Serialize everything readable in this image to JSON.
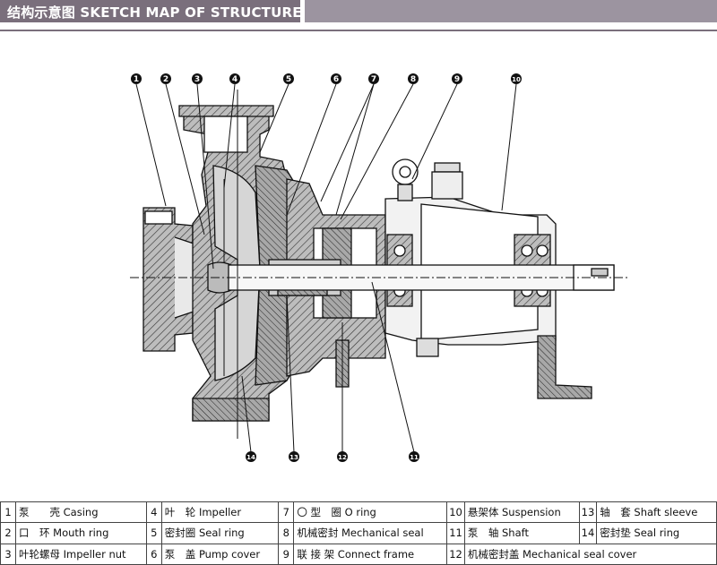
{
  "header": {
    "title": "结构示意图  SKETCH MAP OF STRUCTURE"
  },
  "callouts": [
    "1",
    "2",
    "3",
    "4",
    "5",
    "6",
    "7",
    "8",
    "9",
    "10",
    "11",
    "12",
    "13",
    "14"
  ],
  "legend": [
    [
      {
        "n": "1",
        "t": "泵　　壳 Casing"
      },
      {
        "n": "4",
        "t": "叶　轮 Impeller"
      },
      {
        "n": "7",
        "t": "〇 型　圈 O ring"
      },
      {
        "n": "10",
        "t": "悬架体 Suspension"
      },
      {
        "n": "13",
        "t": "轴　套 Shaft sleeve"
      }
    ],
    [
      {
        "n": "2",
        "t": "口　环 Mouth ring"
      },
      {
        "n": "5",
        "t": "密封圈 Seal ring"
      },
      {
        "n": "8",
        "t": "机械密封 Mechanical seal"
      },
      {
        "n": "11",
        "t": "泵　轴 Shaft"
      },
      {
        "n": "14",
        "t": "密封垫 Seal ring"
      }
    ],
    [
      {
        "n": "3",
        "t": "叶轮螺母 Impeller nut"
      },
      {
        "n": "6",
        "t": "泵　盖 Pump cover"
      },
      {
        "n": "9",
        "t": "联 接 架 Connect frame"
      },
      {
        "n": "12",
        "t": "机械密封盖 Mechanical seal cover"
      }
    ]
  ]
}
